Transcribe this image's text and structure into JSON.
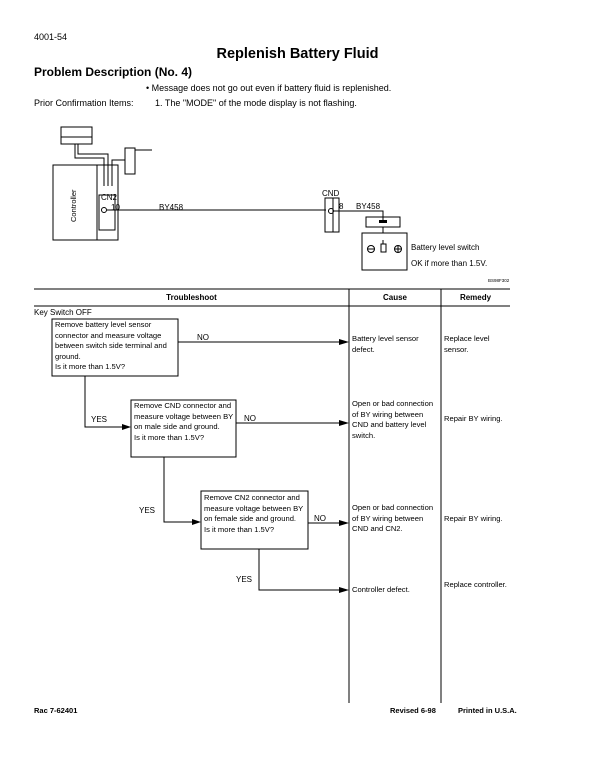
{
  "header": {
    "page_number": "4001-54",
    "title": "Replenish Battery Fluid",
    "subtitle": "Problem Description (No. 4)",
    "message": "• Message does not go out even if battery fluid is replenished.",
    "prior_label": "Prior Confirmation Items:",
    "prior_item": "1. The \"MODE\" of the mode display is not flashing."
  },
  "diagram": {
    "controller_label": "Controller",
    "cn2_label": "CN2",
    "pin_10": "10",
    "wire_left": "BY458",
    "cnd_label": "CND",
    "pin_8": "8",
    "wire_right": "BY458",
    "switch_label": "Battery level switch",
    "switch_ok": "OK if more than 1.5V.",
    "figure_id": "BS98F302"
  },
  "table": {
    "headers": {
      "troubleshoot": "Troubleshoot",
      "cause": "Cause",
      "remedy": "Remedy"
    },
    "key_switch": "Key Switch OFF",
    "box1": "Remove battery level sensor connector and measure voltage between switch side terminal and ground.\nIs it more than 1.5V?",
    "box2": "Remove CND connector and measure voltage between BY on male side and ground.\nIs it more than 1.5V?",
    "box3": "Remove CN2 connector and measure voltage between BY on female side and ground.\nIs it more than 1.5V?",
    "no1": "NO",
    "no2": "NO",
    "no3": "NO",
    "yes1": "YES",
    "yes2": "YES",
    "yes3": "YES",
    "rows": [
      {
        "cause": "Battery level sensor defect.",
        "remedy": "Replace level sensor."
      },
      {
        "cause": "Open or bad connection of BY wiring between CND and battery level switch.",
        "remedy": "Repair BY wiring."
      },
      {
        "cause": "Open or bad connection of BY wiring between CND and CN2.",
        "remedy": "Repair BY wiring."
      },
      {
        "cause": "Controller defect.",
        "remedy": "Replace controller."
      }
    ]
  },
  "footer": {
    "left": "Rac 7-62401",
    "revised": "Revised 6-98",
    "printed": "Printed in U.S.A."
  }
}
